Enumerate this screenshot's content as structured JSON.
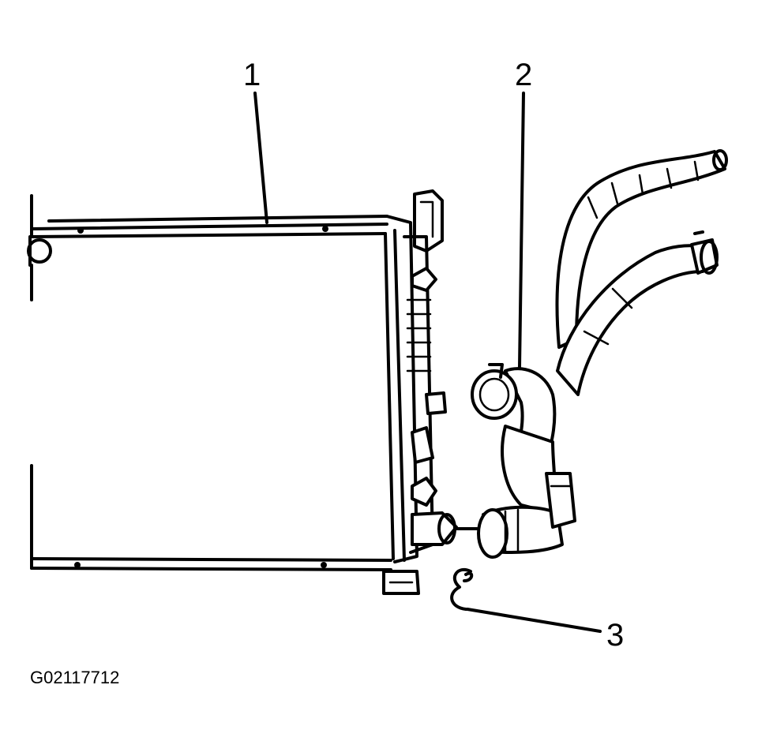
{
  "figure_id": "G02117712",
  "callouts": [
    {
      "label": "1"
    },
    {
      "label": "2"
    },
    {
      "label": "3"
    }
  ]
}
